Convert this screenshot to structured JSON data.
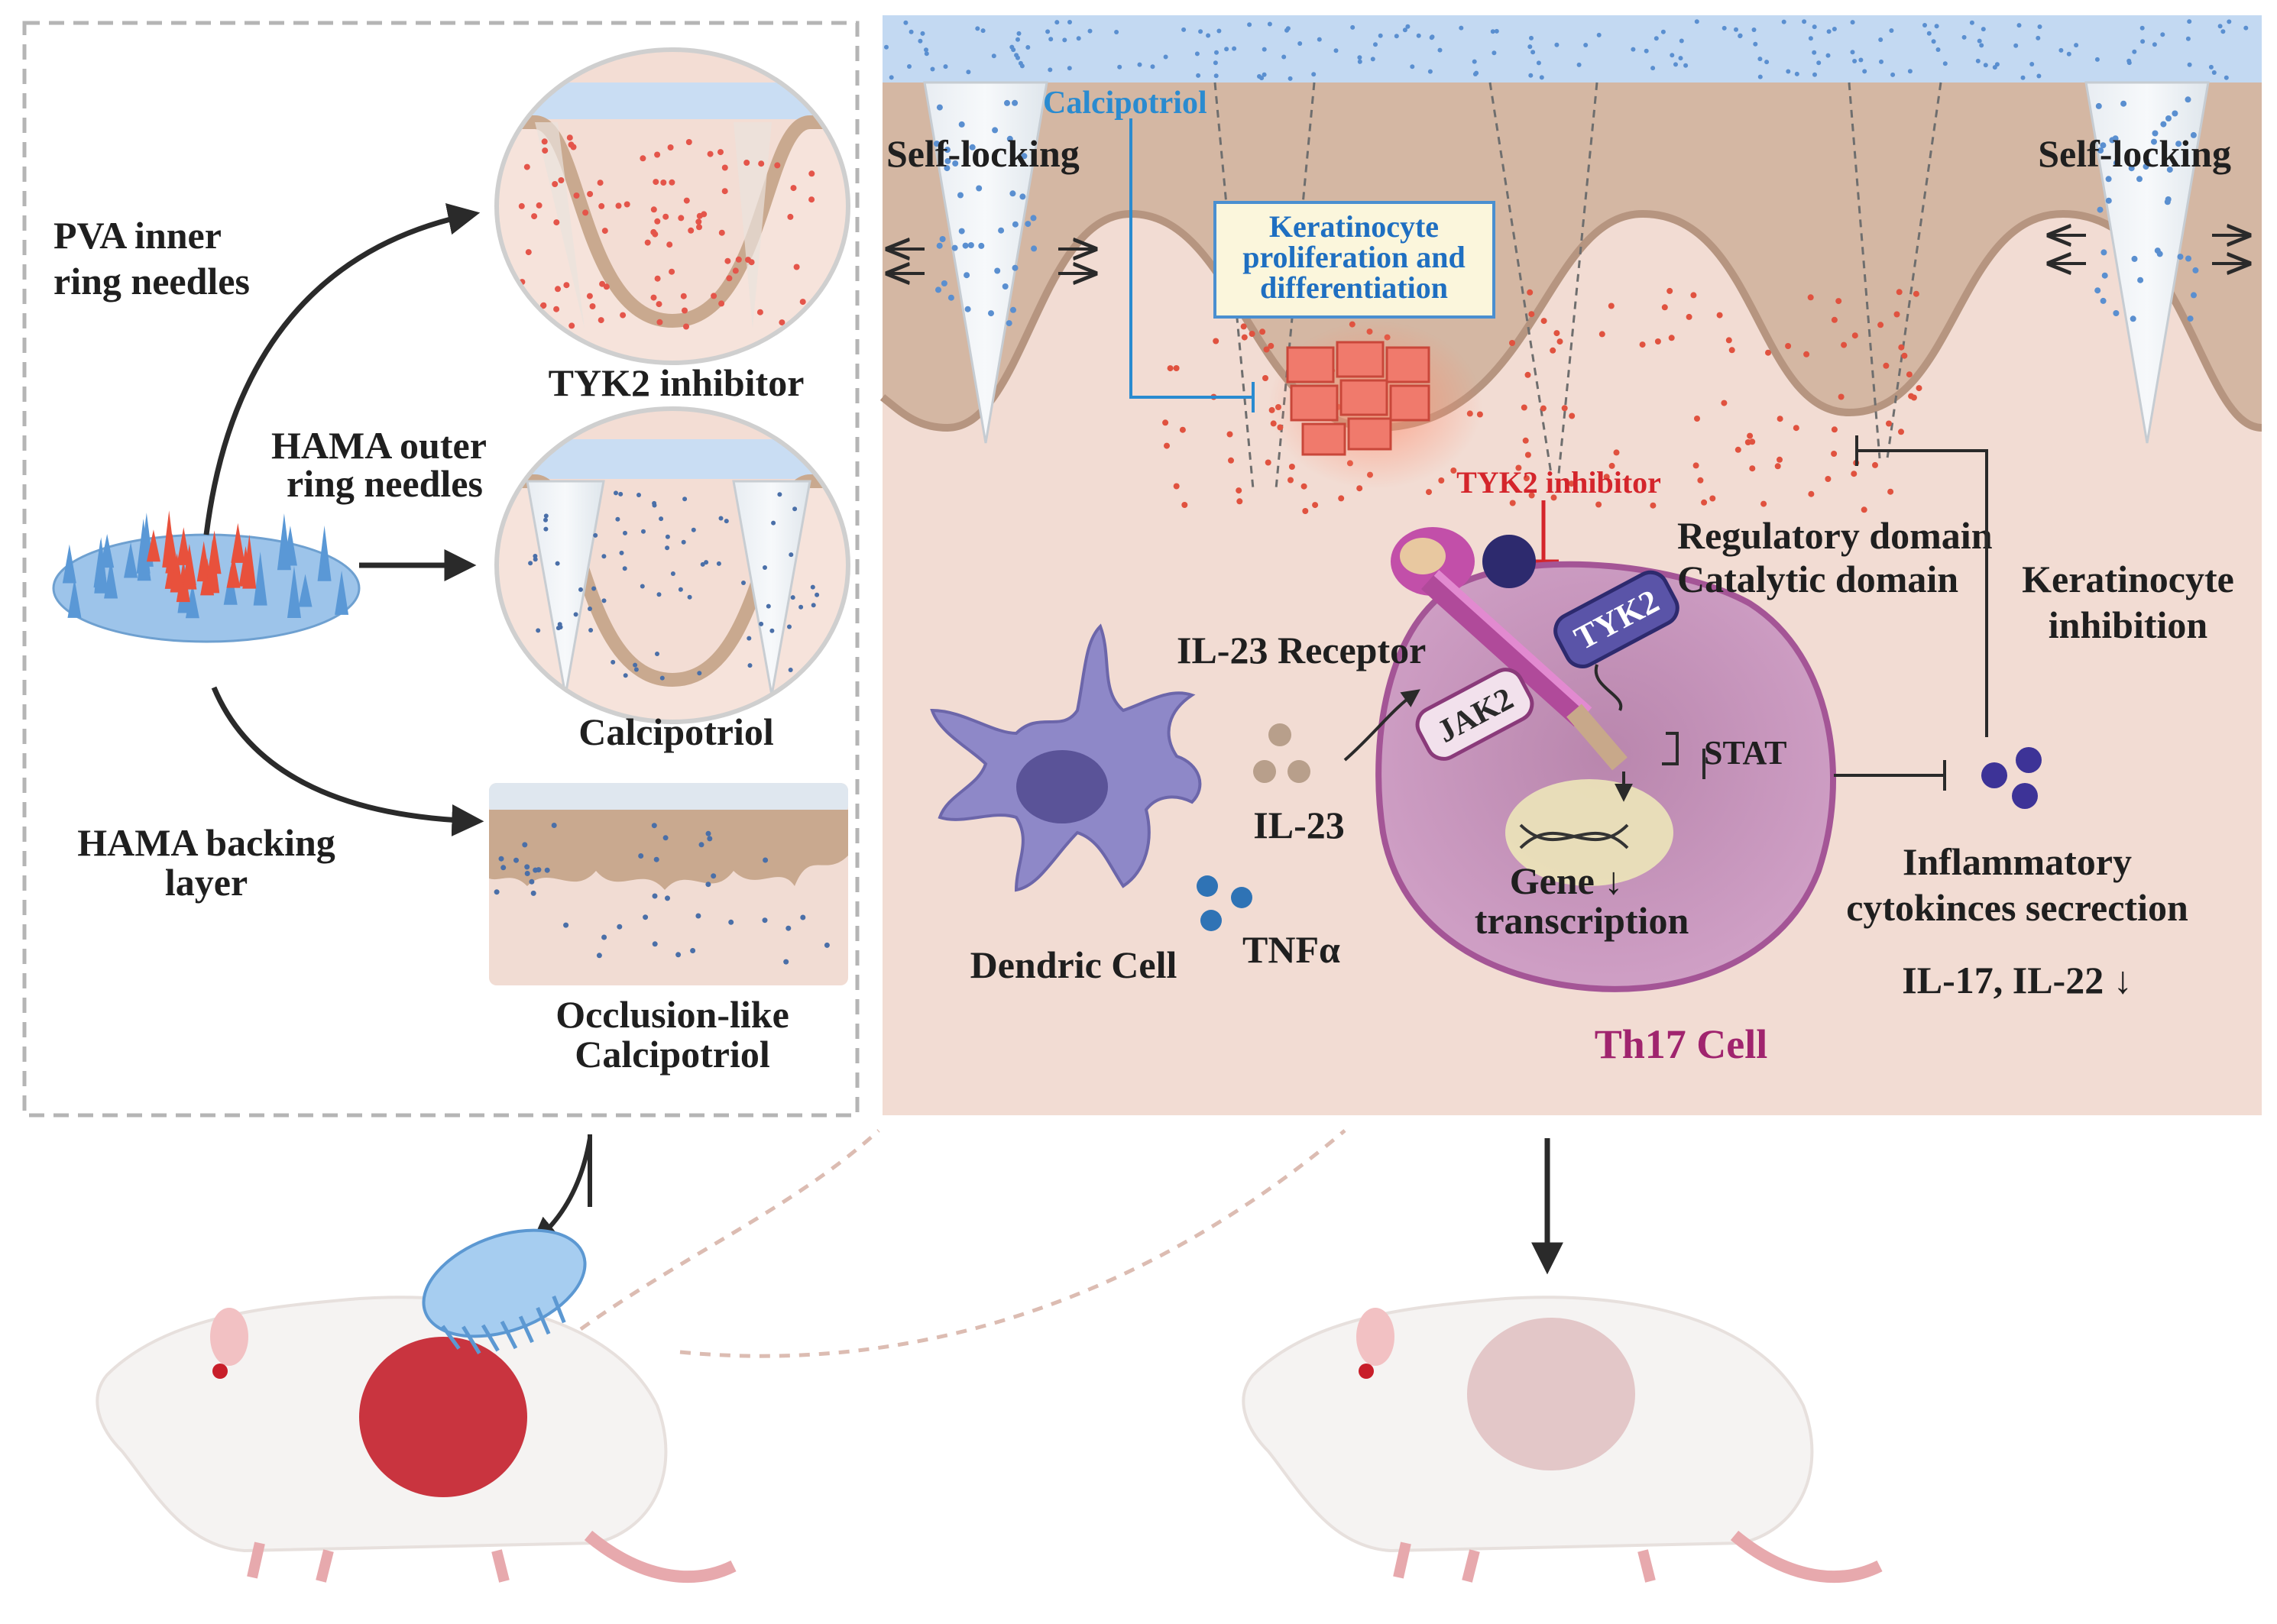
{
  "left_panel": {
    "pva_label": [
      "PVA inner",
      "ring needles"
    ],
    "hama_outer_label": [
      "HAMA outer",
      "ring needles"
    ],
    "hama_backing_label": [
      "HAMA backing",
      "layer"
    ],
    "tyk2_inhibitor_caption": "TYK2 inhibitor",
    "calcipotriol_caption": "Calcipotriol",
    "occlusion_caption": [
      "Occlusion-like",
      "Calcipotriol"
    ]
  },
  "right_panel": {
    "calcipotriol_label": "Calcipotriol",
    "self_locking_left": "Self-locking",
    "self_locking_right": "Self-locking",
    "keratinocyte_box": [
      "Keratinocyte",
      "proliferation and",
      "differentiation"
    ],
    "tyk2_inhibitor_label": "TYK2 inhibitor",
    "regulatory_domain": "Regulatory domain",
    "catalytic_domain": "Catalytic domain",
    "keratinocyte_inhibition": [
      "Keratinocyte",
      "inhibition"
    ],
    "il23_receptor": "IL-23 Receptor",
    "tyk2": "TYK2",
    "jak2": "JAK2",
    "stat": "STAT",
    "il23": "IL-23",
    "tnf": "TNFα",
    "dendric_cell": "Dendric Cell",
    "gene_transcription": [
      "Gene ↓",
      "transcription"
    ],
    "th17_cell": "Th17 Cell",
    "inflammatory": [
      "Inflammatory",
      "cytokinces secrection"
    ],
    "il17_il22": "IL-17, IL-22 ↓"
  },
  "colors": {
    "skin": "#f1dcd3",
    "epidermis": "#d9bfae",
    "needle_layer": "#c8dcf2",
    "th17": "#d7a6c9",
    "th17_text": "#a0246e",
    "calcipotriol_text": "#2a8bd0",
    "tyk2_text": "#d4252b",
    "keratinocyte_text": "#1f6fc1"
  }
}
